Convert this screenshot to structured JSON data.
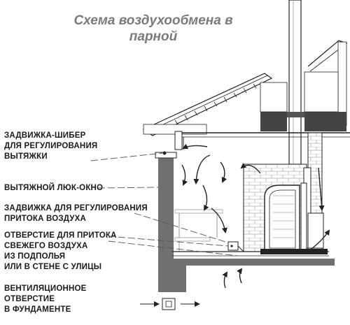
{
  "title": {
    "line1": "Схема воздухообмена в",
    "line2": "парной"
  },
  "labels": [
    {
      "id": "shiber",
      "lines": [
        "ЗАДВИЖКА-ШИБЕР",
        "ДЛЯ РЕГУЛИРОВАНИЯ",
        "ВЫТЯЖКИ"
      ]
    },
    {
      "id": "lyuk",
      "lines": [
        "ВЫТЯЖНОЙ ЛЮК-ОКНО"
      ]
    },
    {
      "id": "zadvizhka",
      "lines": [
        "ЗАДВИЖКА ДЛЯ РЕГУЛИРОВАНИЯ",
        "ПРИТОКА ВОЗДУХА"
      ]
    },
    {
      "id": "otverstie",
      "lines": [
        "ОТВЕРСТИЕ ДЛЯ ПРИТОКА",
        "СВЕЖЕГО ВОЗДУХА",
        "ИЗ ПОДПОЛЬЯ",
        "ИЛИ В СТЕНЕ С УЛИЦЫ"
      ]
    },
    {
      "id": "vent",
      "lines": [
        "ВЕНТИЛЯЦИОННОЕ",
        "ОТВЕРСТИЕ",
        "В ФУНДАМЕНТЕ"
      ]
    }
  ],
  "colors": {
    "wall": "#6f6f6f",
    "line": "#222222",
    "title": "#7a7a7a",
    "brick": "#9a9a9a"
  }
}
